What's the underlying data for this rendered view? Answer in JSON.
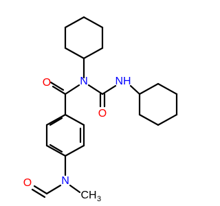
{
  "molecule": {
    "colors": {
      "bond": "#000000",
      "oxygen": "#ff0000",
      "nitrogen": "#0000ff",
      "carbon": "#000000",
      "background": "#ffffff"
    },
    "atoms": {
      "o_amide": {
        "text": "O",
        "color": "oxygen"
      },
      "n_amide": {
        "text": "N",
        "color": "nitrogen"
      },
      "nh_urea": {
        "text": "NH",
        "color": "nitrogen"
      },
      "o_urea": {
        "text": "O",
        "color": "oxygen"
      },
      "o_formyl": {
        "text": "O",
        "color": "oxygen"
      },
      "n_formyl": {
        "text": "N",
        "color": "nitrogen"
      },
      "methyl": {
        "text": "CH",
        "sub": "3",
        "color": "carbon"
      }
    }
  }
}
